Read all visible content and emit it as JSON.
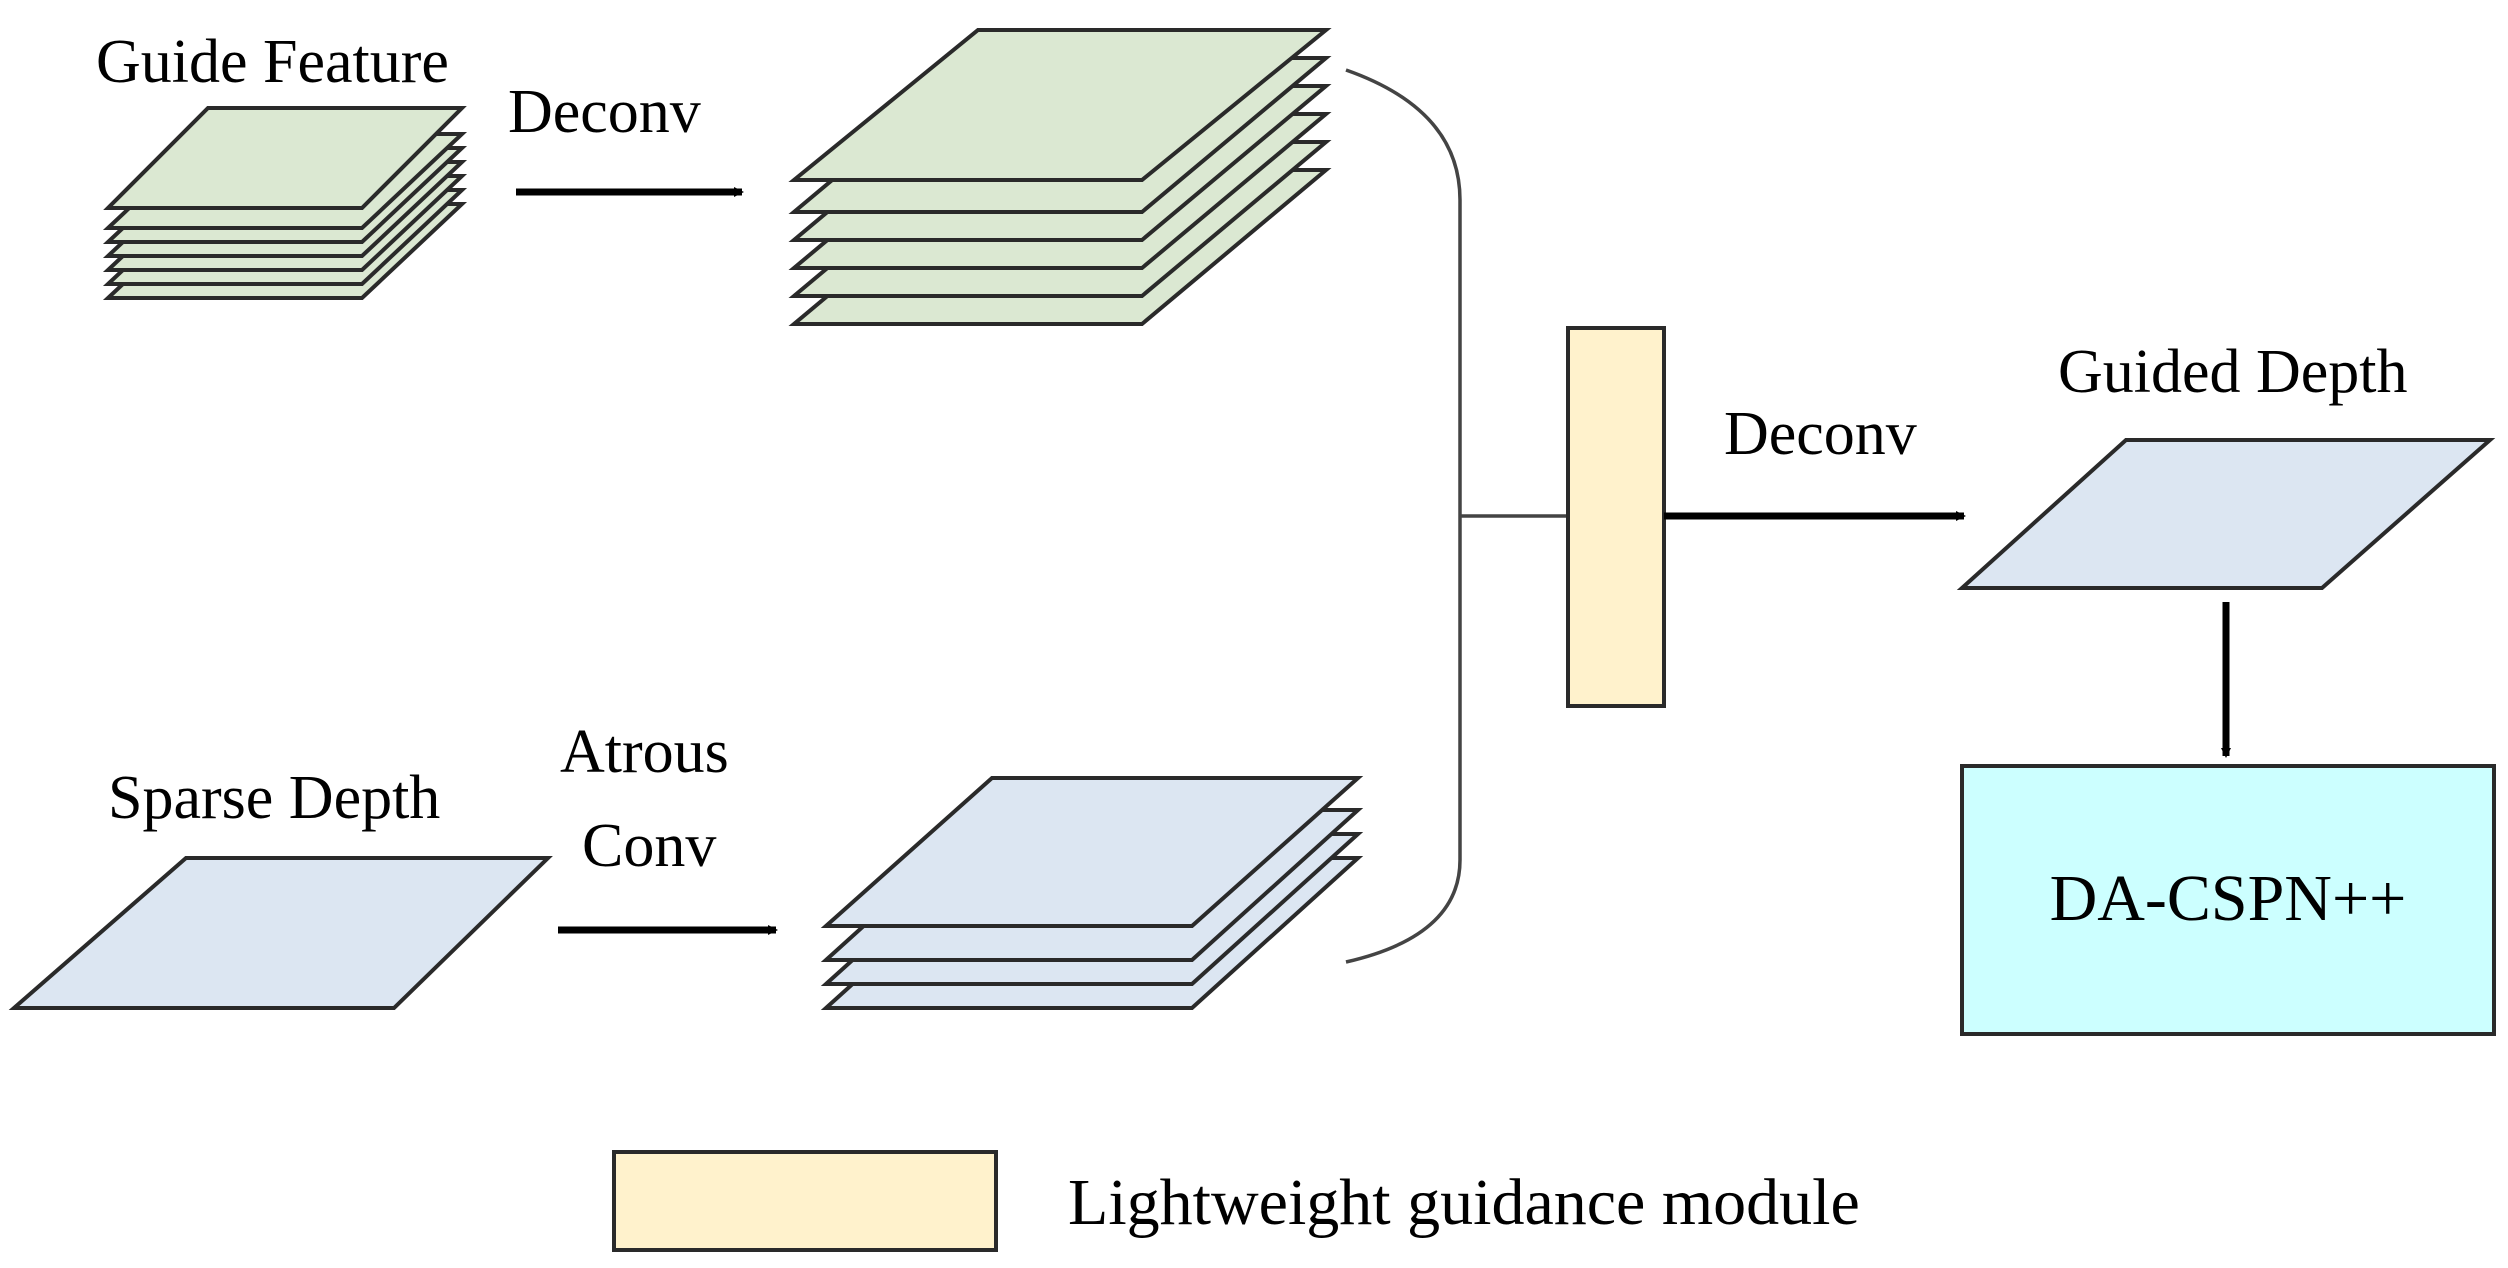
{
  "labels": {
    "guide_feature": "Guide Feature",
    "deconv_top": "Deconv",
    "sparse_depth": "Sparse Depth",
    "atrous_line1": "Atrous",
    "atrous_line2": "Conv",
    "deconv_right": "Deconv",
    "guided_depth": "Guided Depth",
    "da_cspn": "DA-CSPN++",
    "legend": "Lightweight guidance module"
  },
  "colors": {
    "green_layer": "#dbe8d2",
    "blue_layer": "#dce6f2",
    "module_fill": "#fff2cc",
    "cspn_fill": "#ccffff",
    "stroke": "#2a2a2a"
  }
}
